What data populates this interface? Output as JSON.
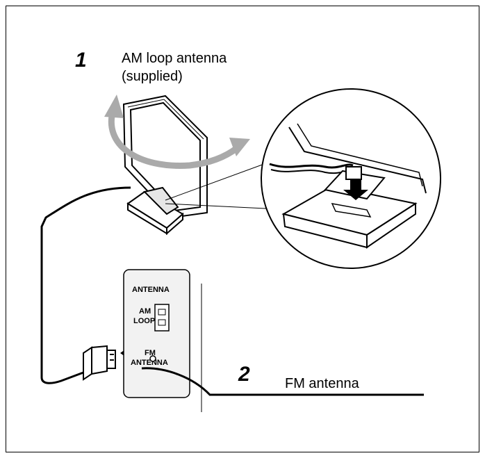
{
  "step1": {
    "number": "1",
    "line1": "AM loop antenna",
    "line2": "(supplied)"
  },
  "step2": {
    "number": "2",
    "label": "FM antenna"
  },
  "panel": {
    "title": "ANTENNA",
    "am_line1": "AM",
    "am_line2": "LOOP",
    "fm_line1": "FM",
    "fm_line2": "ANTENNA"
  },
  "colors": {
    "line": "#000000",
    "rotate_arrow": "#aaaaaa",
    "panel_bg": "#f2f2f2"
  }
}
